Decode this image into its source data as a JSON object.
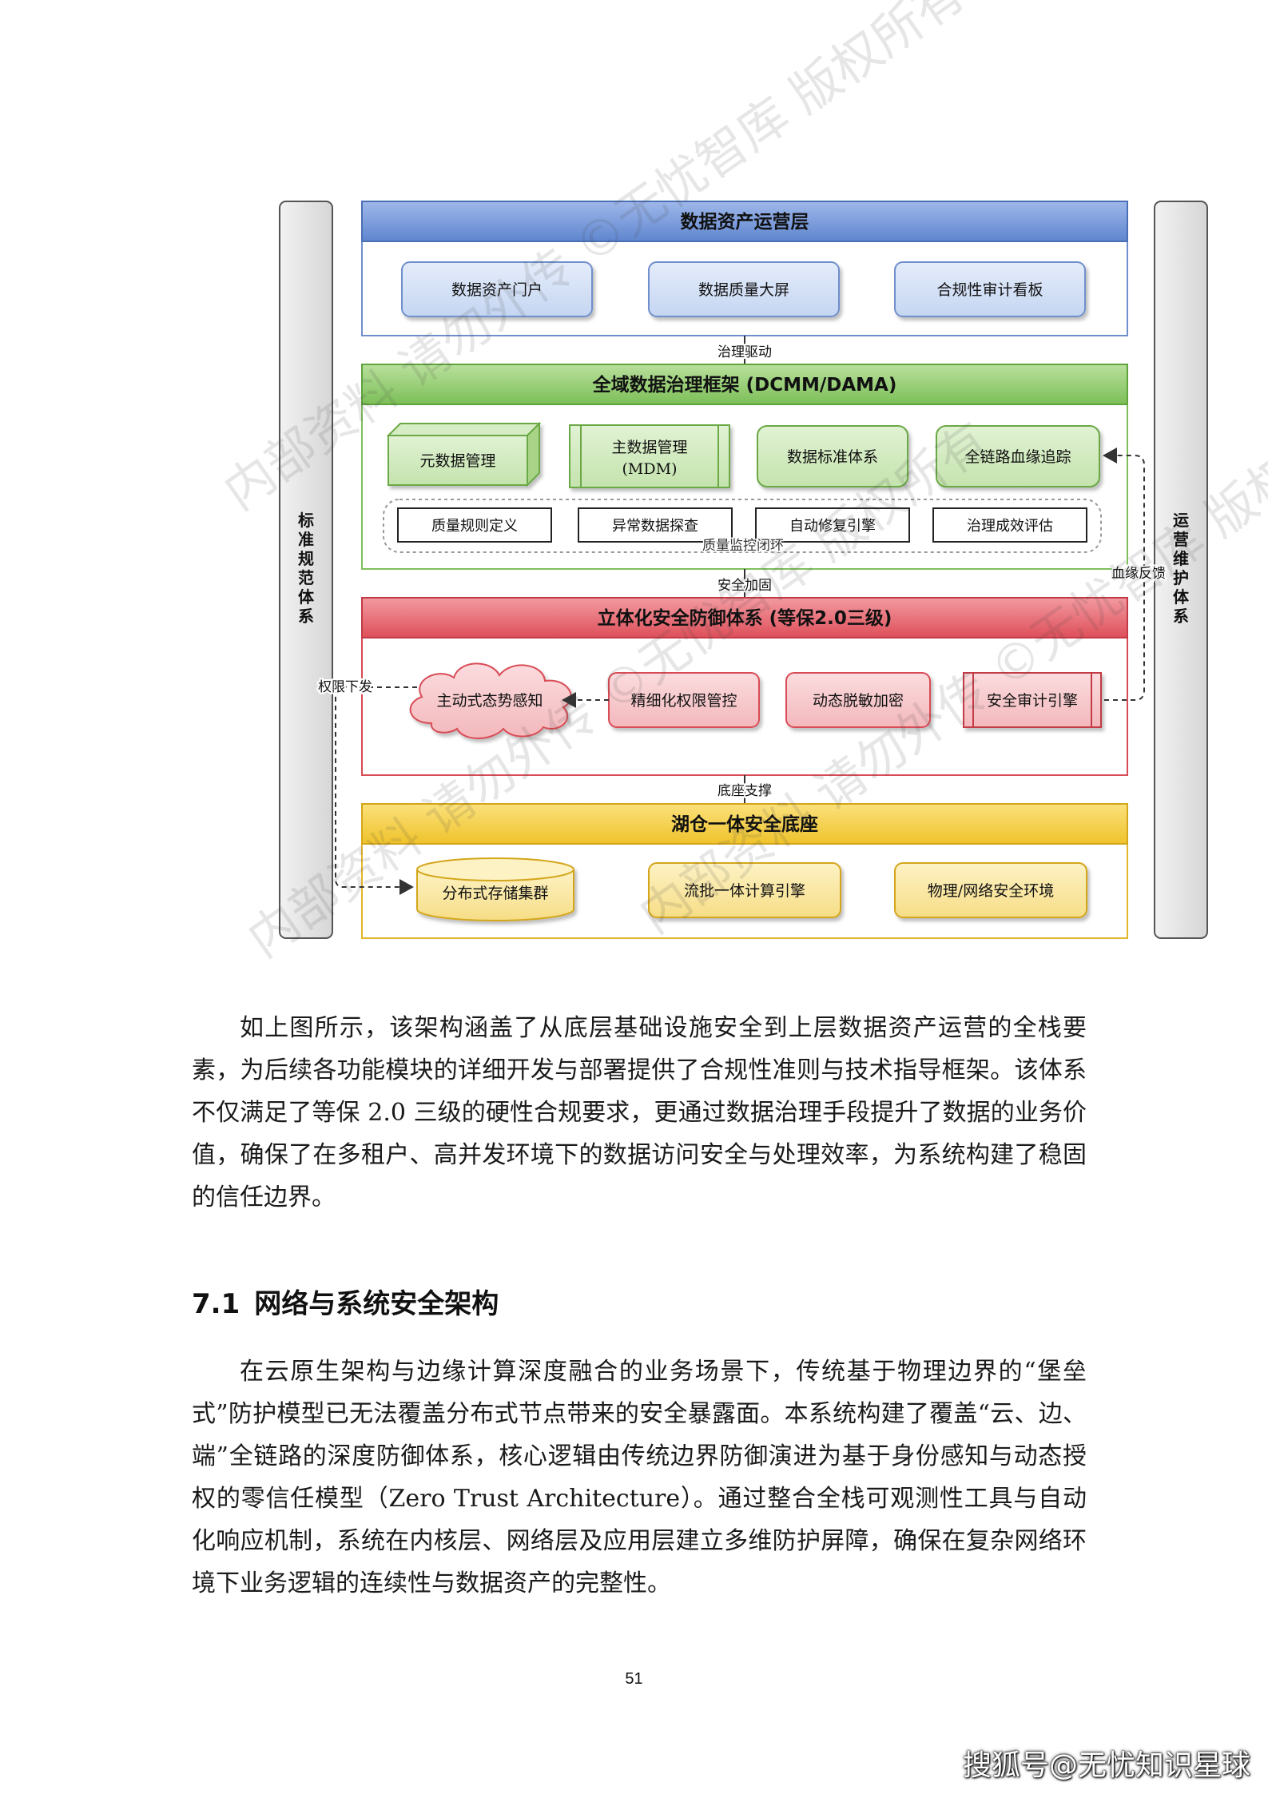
{
  "diagram": {
    "left_pillar": "标准规范体系",
    "right_pillar": "运营维护体系",
    "layers": {
      "operations": {
        "title": "数据资产运营层",
        "items": [
          "数据资产门户",
          "数据质量大屏",
          "合规性审计看板"
        ]
      },
      "governance": {
        "title": "全域数据治理框架 (DCMM/DAMA)",
        "items": [
          "元数据管理",
          "主数据管理",
          "(MDM)",
          "数据标准体系",
          "全链路血缘追踪"
        ],
        "quality_items": [
          "质量规则定义",
          "异常数据探查",
          "自动修复引擎",
          "治理成效评估"
        ],
        "quality_loop": "质量监控闭环"
      },
      "security": {
        "title": "立体化安全防御体系 (等保2.0三级)",
        "items": [
          "主动式态势感知",
          "精细化权限管控",
          "动态脱敏加密",
          "安全审计引擎"
        ]
      },
      "foundation": {
        "title": "湖仓一体安全底座",
        "items": [
          "分布式存储集群",
          "流批一体计算引擎",
          "物理/网络安全环境"
        ]
      }
    },
    "connectors": {
      "governance_drive": "治理驱动",
      "security_reinforce": "安全加固",
      "foundation_support": "底座支撑",
      "permission_issue": "权限下发",
      "lineage_feedback": "血缘反馈"
    },
    "watermark": "内部资料 请勿外传 ©无忧智库 版权所有",
    "colors": {
      "blue_header": "#6f95d8",
      "green_header": "#8dc96a",
      "red_header": "#e5606a",
      "yellow_header": "#f2cc3e"
    }
  },
  "paragraph1": "如上图所示，该架构涵盖了从底层基础设施安全到上层数据资产运营的全栈要素，为后续各功能模块的详细开发与部署提供了合规性准则与技术指导框架。该体系不仅满足了等保 2.0 三级的硬性合规要求，更通过数据治理手段提升了数据的业务价值，确保了在多租户、高并发环境下的数据访问安全与处理效率，为系统构建了稳固的信任边界。",
  "section": {
    "number": "7.1",
    "title": "网络与系统安全架构"
  },
  "paragraph2": "在云原生架构与边缘计算深度融合的业务场景下，传统基于物理边界的“堡垒式”防护模型已无法覆盖分布式节点带来的安全暴露面。本系统构建了覆盖“云、边、端”全链路的深度防御体系，核心逻辑由传统边界防御演进为基于身份感知与动态授权的零信任模型（Zero Trust Architecture）。通过整合全栈可观测性工具与自动化响应机制，系统在内核层、网络层及应用层建立多维防护屏障，确保在复杂网络环境下业务逻辑的连续性与数据资产的完整性。",
  "page_number": "51",
  "footer_credit": "搜狐号@无忧知识星球"
}
